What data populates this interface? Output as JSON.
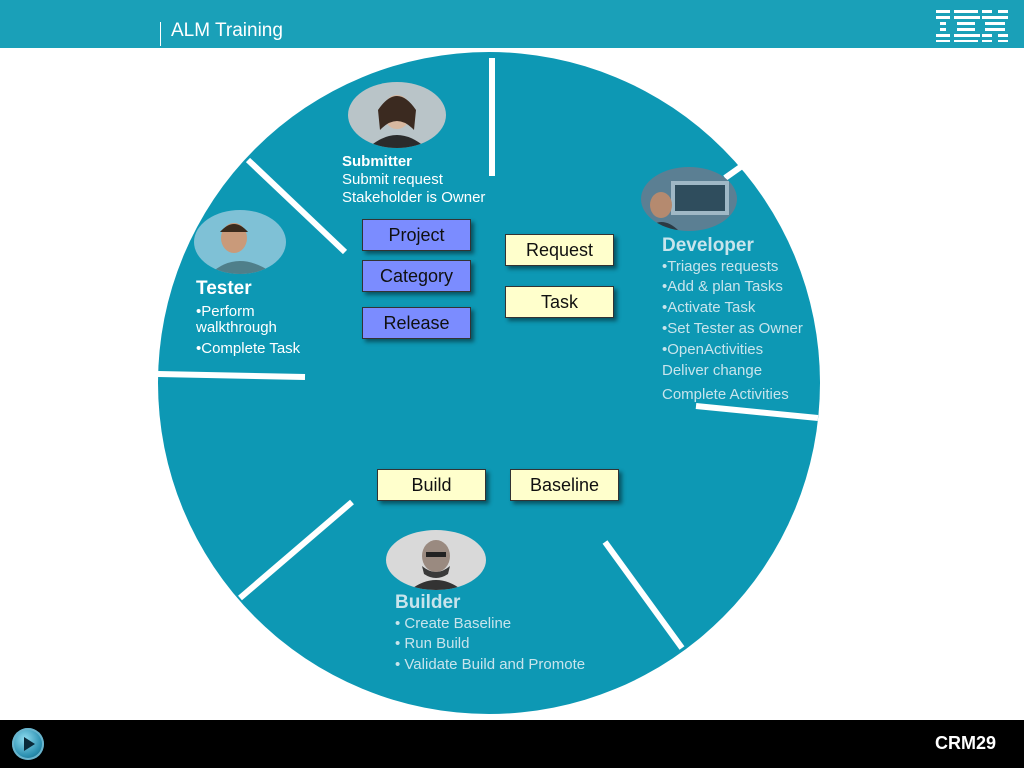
{
  "header": {
    "title": "ALM Training",
    "logo_text": "IBM"
  },
  "footer": {
    "slide_id": "CRM29",
    "play_icon": "play-icon"
  },
  "colors": {
    "brand": "#1aa0b8",
    "wheel": "#0d98b4",
    "box_blue": "#7b8cff",
    "box_yellow": "#ffffcc"
  },
  "roles": {
    "submitter": {
      "name": "Submitter",
      "lines": [
        "Submit request",
        "Stakeholder is Owner"
      ]
    },
    "tester": {
      "name": "Tester",
      "lines": [
        "•Perform",
        "walkthrough",
        "•Complete Task"
      ]
    },
    "developer": {
      "name": "Developer",
      "lines": [
        "•Triages requests",
        "•Add & plan Tasks",
        "•Activate Task",
        "•Set Tester as Owner",
        "•OpenActivities",
        "Deliver change",
        "Complete Activities"
      ]
    },
    "builder": {
      "name": "Builder",
      "lines": [
        "• Create Baseline",
        "• Run Build",
        "• Validate Build and Promote"
      ]
    }
  },
  "artifacts": {
    "project": "Project",
    "category": "Category",
    "release": "Release",
    "request": "Request",
    "task": "Task",
    "build": "Build",
    "baseline": "Baseline"
  }
}
